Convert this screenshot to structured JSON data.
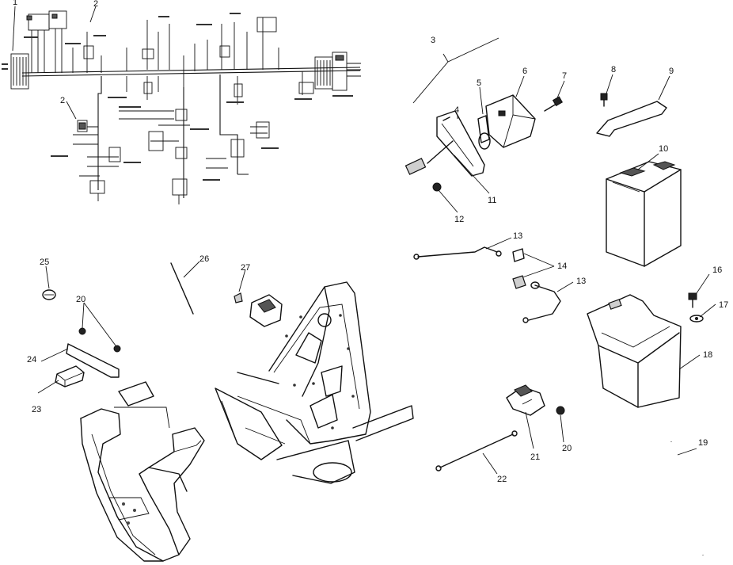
{
  "callouts": {
    "c1": "1",
    "c2a": "2",
    "c2b": "2",
    "c3": "3",
    "c4": "4",
    "c5": "5",
    "c6": "6",
    "c7": "7",
    "c8": "8",
    "c9": "9",
    "c10": "10",
    "c11": "11",
    "c12": "12",
    "c13a": "13",
    "c13b": "13",
    "c14": "14",
    "c16": "16",
    "c17": "17",
    "c18": "18",
    "c19": "19",
    "c20a": "20",
    "c20b": "20",
    "c21": "21",
    "c22": "22",
    "c23": "23",
    "c24": "24",
    "c25": "25",
    "c26": "26",
    "c27": "27"
  },
  "colors": {
    "line": "#111111",
    "background": "#ffffff",
    "shade": "#cfcfcf"
  }
}
